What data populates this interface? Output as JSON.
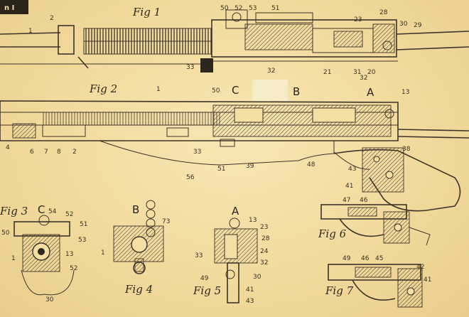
{
  "plate_label": "n I",
  "figures": {
    "fig1": "Fig 1",
    "fig2": "Fig 2",
    "fig3": "Fig 3",
    "fig4": "Fig 4",
    "fig5": "Fig 5",
    "fig6": "Fig 6",
    "fig7": "Fig 7"
  },
  "sections": {
    "fig2_c": "C",
    "fig2_b": "B",
    "fig2_a": "A",
    "fig3": "C",
    "fig4": "B",
    "fig5": "A"
  },
  "labels": {
    "fig1": [
      "1",
      "2",
      "50",
      "52",
      "53",
      "51",
      "23",
      "28",
      "30",
      "29",
      "33",
      "32",
      "21",
      "31",
      "32",
      "20"
    ],
    "fig2": [
      "1",
      "50",
      "13",
      "4",
      "6",
      "7",
      "8",
      "2",
      "33",
      "51",
      "39",
      "48",
      "43",
      "38",
      "56",
      "41"
    ],
    "fig3": [
      "54",
      "52",
      "51",
      "50",
      "53",
      "1",
      "13",
      "52",
      "30"
    ],
    "fig4": [
      "73",
      "1"
    ],
    "fig5": [
      "13",
      "23",
      "28",
      "24",
      "32",
      "33",
      "30",
      "49",
      "41",
      "43"
    ],
    "fig6": [
      "47",
      "46"
    ],
    "fig7": [
      "49",
      "46",
      "45",
      "42",
      "41"
    ]
  },
  "colors": {
    "paper": "#f3dfa4",
    "ink": "#3d3428",
    "plate": "#2a241a"
  }
}
